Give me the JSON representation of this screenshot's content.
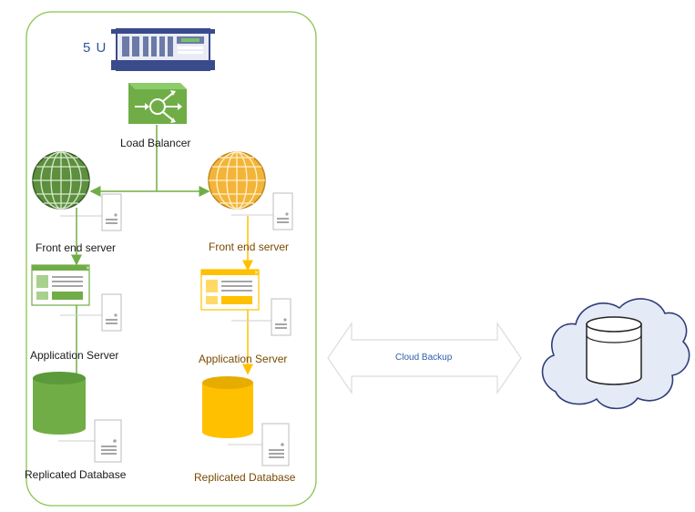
{
  "rack": {
    "label": "5 U",
    "icon": "server-rack-icon"
  },
  "load_balancer": {
    "label": "Load Balancer",
    "icon": "load-balancer-icon",
    "color": "#70ad47"
  },
  "left_stack": {
    "color": "#70ad47",
    "front_end": "Front end server",
    "app_server": "Application Server",
    "database": "Replicated Database"
  },
  "right_stack": {
    "color": "#ffc000",
    "front_end": "Front end server",
    "app_server": "Application Server",
    "database": "Replicated Database"
  },
  "cloud": {
    "label": "Cloud Backup",
    "icon": "cloud-database-icon",
    "accent": "#2e5fa8"
  },
  "container": {
    "border_color": "#8bc34a"
  }
}
